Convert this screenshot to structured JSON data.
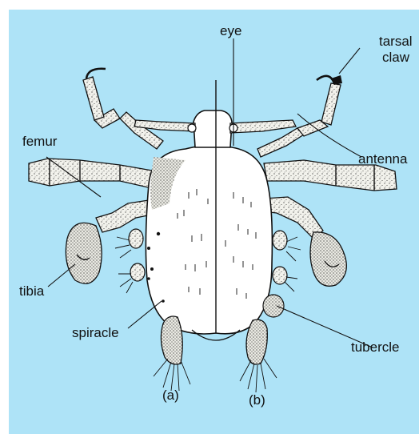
{
  "labels": {
    "eye": "eye",
    "tarsal_claw_line1": "tarsal",
    "tarsal_claw_line2": "claw",
    "femur": "femur",
    "antenna": "antenna",
    "tibia": "tibia",
    "spiracle": "spiracle",
    "tubercle": "tubercle",
    "panel_a": "(a)",
    "panel_b": "(b)"
  },
  "colors": {
    "background": "#aee3f7",
    "ink": "#111111",
    "body": "#ffffff"
  }
}
